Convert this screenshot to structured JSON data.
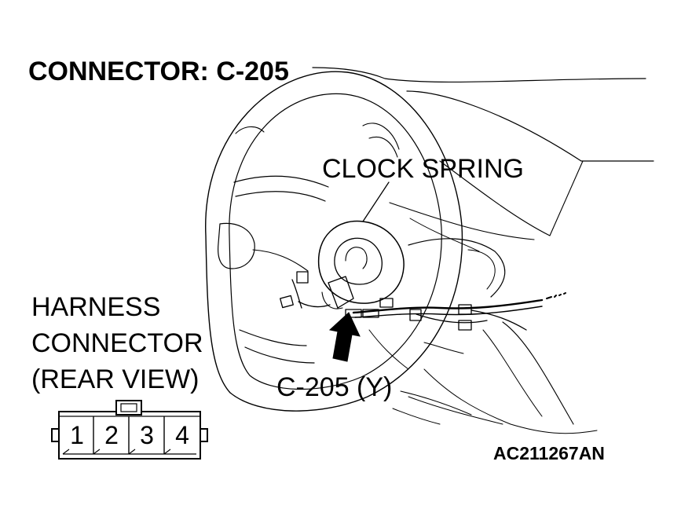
{
  "diagram": {
    "title": "CONNECTOR: C-205",
    "labels": {
      "clock_spring": "CLOCK SPRING",
      "harness_line1": "HARNESS",
      "harness_line2": "CONNECTOR",
      "harness_line3": "(REAR VIEW)",
      "connector_id": "C-205 (Y)",
      "reference_code": "AC211267AN"
    },
    "connector_pins": [
      "1",
      "2",
      "3",
      "4"
    ]
  }
}
